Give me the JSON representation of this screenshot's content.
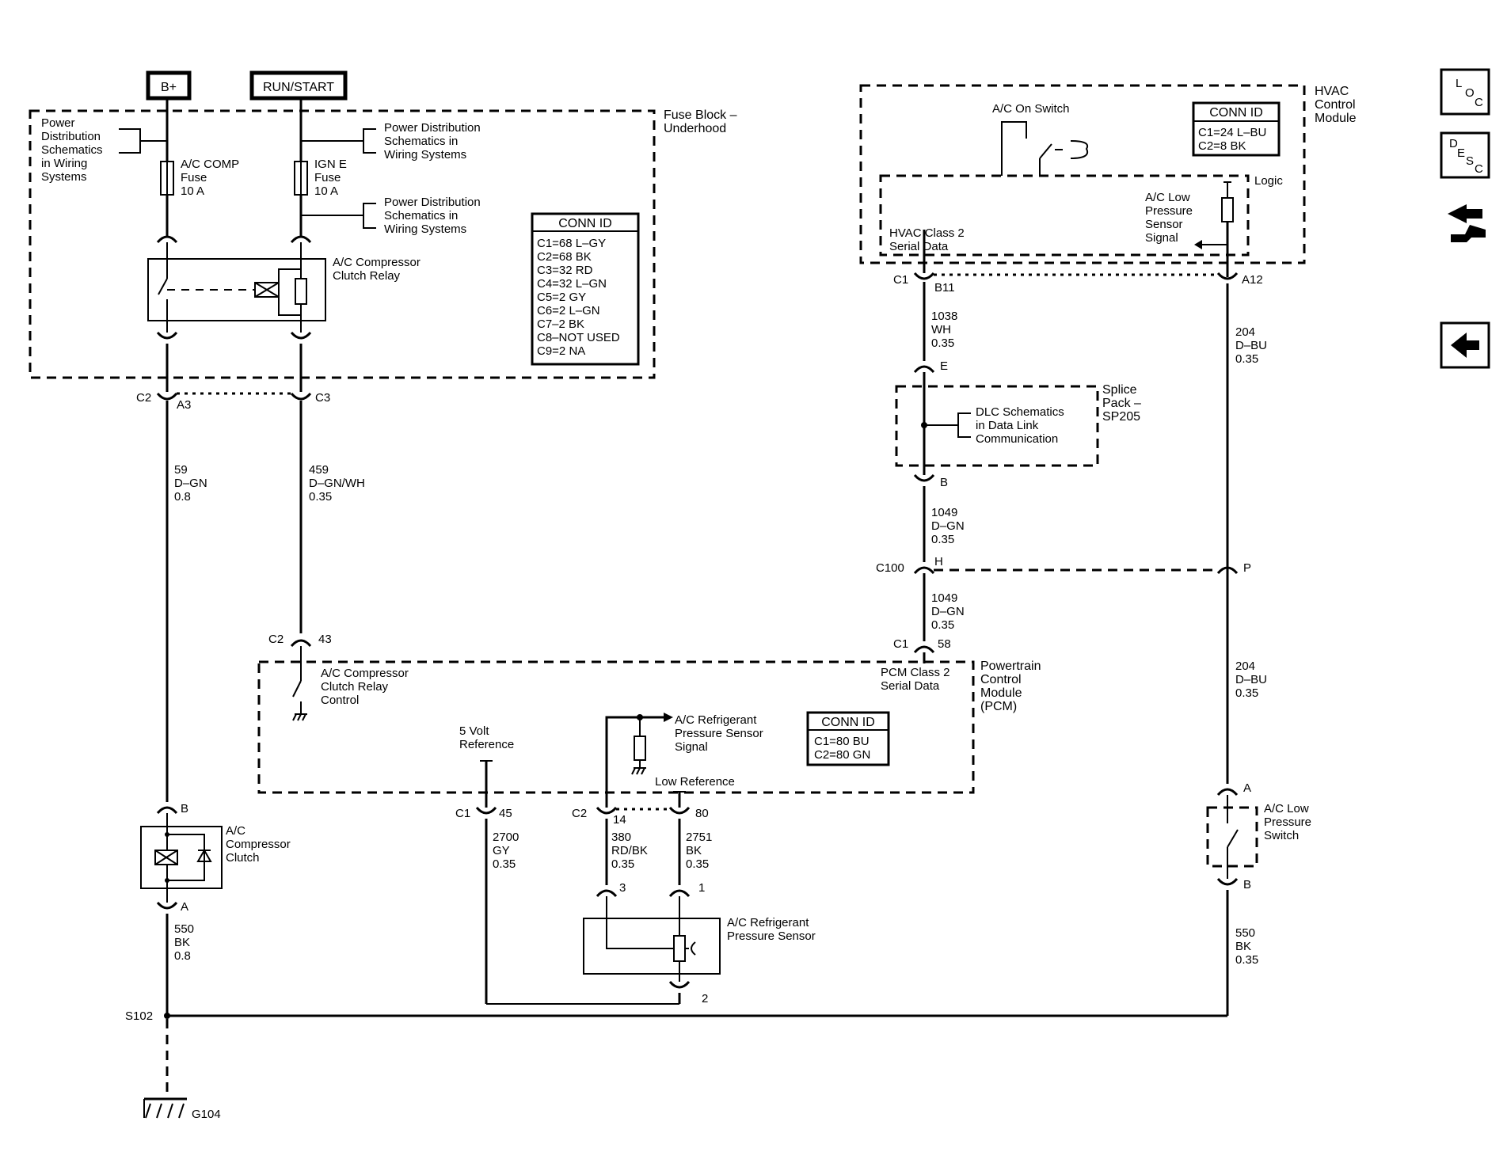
{
  "supply": {
    "bplus": "B+",
    "runstart": "RUN/START"
  },
  "fuse_block": {
    "title": [
      "Fuse Block –",
      "Underhood"
    ],
    "pd_left": [
      "Power",
      "Distribution",
      "Schematics",
      "in Wiring",
      "Systems"
    ],
    "pd_right1": [
      "Power Distribution",
      "Schematics in",
      "Wiring Systems"
    ],
    "pd_right2": [
      "Power Distribution",
      "Schematics in",
      "Wiring Systems"
    ],
    "fuse1": [
      "A/C COMP",
      "Fuse",
      "10 A"
    ],
    "fuse2": [
      "IGN E",
      "Fuse",
      "10 A"
    ],
    "relay": [
      "A/C Compressor",
      "Clutch Relay"
    ],
    "conn_title": "CONN ID",
    "conn": [
      "C1=68 L–GY",
      "C2=68 BK",
      "C3=32 RD",
      "C4=32 L–GN",
      "C5=2 GY",
      "C6=2 L–GN",
      "C7–2 BK",
      "C8–NOT USED",
      "C9=2 NA"
    ]
  },
  "hvac": {
    "title": [
      "HVAC",
      "Control",
      "Module"
    ],
    "switch": "A/C On Switch",
    "conn_title": "CONN ID",
    "conn": [
      "C1=24 L–BU",
      "C2=8 BK"
    ],
    "logic": "Logic",
    "sensor_signal": [
      "A/C Low",
      "Pressure",
      "Sensor",
      "Signal"
    ],
    "serial": [
      "HVAC Class 2",
      "Serial Data"
    ]
  },
  "connectors": {
    "c2a3": [
      "C2",
      "A3"
    ],
    "c3": "C3",
    "c1b11": [
      "C1",
      "B11"
    ],
    "a12": "A12",
    "e": "E",
    "b": "B",
    "c100h": [
      "C100",
      "H"
    ],
    "p": "P",
    "c1_58": [
      "C1",
      "58"
    ],
    "c2_43": [
      "C2",
      "43"
    ],
    "pcm_c1_45": [
      "C1",
      "45"
    ],
    "pcm_c2_14": [
      "C2",
      "14"
    ],
    "pcm_80": "80",
    "clutch_b": "B",
    "clutch_a": "A",
    "sw_a": "A",
    "sw_b": "B",
    "sens3": "3",
    "sens1": "1",
    "sens2": "2"
  },
  "wires": {
    "w59": [
      "59",
      "D–GN",
      "0.8"
    ],
    "w459": [
      "459",
      "D–GN/WH",
      "0.35"
    ],
    "w1038": [
      "1038",
      "WH",
      "0.35"
    ],
    "w204a": [
      "204",
      "D–BU",
      "0.35"
    ],
    "w1049a": [
      "1049",
      "D–GN",
      "0.35"
    ],
    "w1049b": [
      "1049",
      "D–GN",
      "0.35"
    ],
    "w204b": [
      "204",
      "D–BU",
      "0.35"
    ],
    "w2700": [
      "2700",
      "GY",
      "0.35"
    ],
    "w380": [
      "380",
      "RD/BK",
      "0.35"
    ],
    "w2751": [
      "2751",
      "BK",
      "0.35"
    ],
    "w550a": [
      "550",
      "BK",
      "0.8"
    ],
    "w550b": [
      "550",
      "BK",
      "0.35"
    ]
  },
  "splice": {
    "title": [
      "Splice",
      "Pack –",
      "SP205"
    ],
    "dlc": [
      "DLC Schematics",
      "in Data Link",
      "Communication"
    ]
  },
  "pcm": {
    "title": [
      "Powertrain",
      "Control",
      "Module",
      "(PCM)"
    ],
    "relay_ctrl": [
      "A/C Compressor",
      "Clutch Relay",
      "Control"
    ],
    "serial": [
      "PCM Class 2",
      "Serial Data"
    ],
    "vref": [
      "5 Volt",
      "Reference"
    ],
    "sens_signal": [
      "A/C Refrigerant",
      "Pressure Sensor",
      "Signal"
    ],
    "low_ref": "Low Reference",
    "conn_title": "CONN ID",
    "conn": [
      "C1=80 BU",
      "C2=80 GN"
    ]
  },
  "components": {
    "clutch": [
      "A/C",
      "Compressor",
      "Clutch"
    ],
    "sensor": [
      "A/C Refrigerant",
      "Pressure Sensor"
    ],
    "lp_switch": [
      "A/C Low",
      "Pressure",
      "Switch"
    ],
    "splice_s102": "S102",
    "ground": "G104"
  },
  "nav": {
    "loc": [
      "L",
      "O",
      "C"
    ],
    "desc": [
      "D",
      "E",
      "S",
      "C"
    ]
  }
}
